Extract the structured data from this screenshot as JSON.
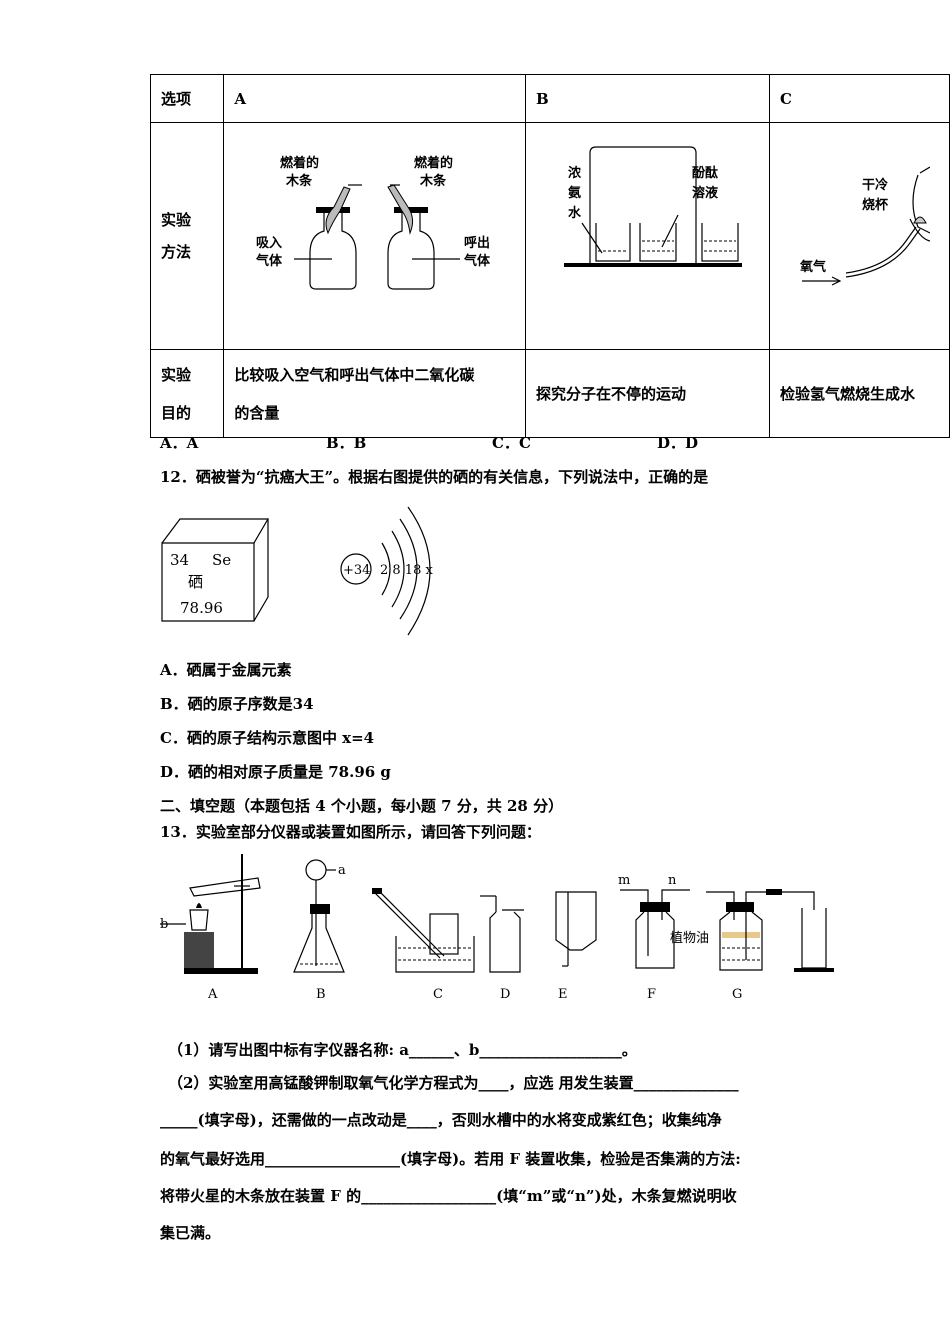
{
  "table": {
    "header": {
      "col0": "选项",
      "colA": "A",
      "colB": "B",
      "colC": "C"
    },
    "row_method": {
      "label_l1": "实验",
      "label_l2": "方法",
      "A": {
        "left_top_l1": "燃着的",
        "left_top_l2": "木条",
        "right_top_l1": "燃着的",
        "right_top_l2": "木条",
        "left_side_l1": "吸入",
        "left_side_l2": "气体",
        "right_side_l1": "呼出",
        "right_side_l2": "气体"
      },
      "B": {
        "left_l1": "浓",
        "left_l2": "氨",
        "left_l3": "水",
        "right_l1": "酚酞",
        "right_l2": "溶液"
      },
      "C": {
        "top_l1": "干冷",
        "top_l2": "烧杯",
        "gas": "氧气"
      }
    },
    "row_purpose": {
      "label_l1": "实验",
      "label_l2": "目的",
      "A_l1": "比较吸入空气和呼出气体中二氧化碳",
      "A_l2": "的含量",
      "B": "探究分子在不停的运动",
      "C": "检验氢气燃烧生成水"
    }
  },
  "q11_options": [
    "A．A",
    "B．B",
    "C．C",
    "D．D"
  ],
  "q12": {
    "stem": "12．硒被誉为“抗癌大王”。根据右图提供的硒的有关信息，下列说法中，正确的是",
    "element_box": {
      "number": "34",
      "symbol": "Se",
      "name": "硒",
      "mass": "78.96"
    },
    "atom_diagram": {
      "nucleus": "+34",
      "shells": "2 8 18 x"
    },
    "options": [
      "A．硒属于金属元素",
      "B．硒的原子序数是34",
      "C．硒的原子结构示意图中 x=4",
      "D．硒的相对原子质量是 78.96 g"
    ]
  },
  "section2": "二、填空题（本题包括 4 个小题，每小题 7 分，共 28 分）",
  "q13": {
    "stem": "13．实验室部分仪器或装置如图所示，请回答下列问题：",
    "apparatus_labels": [
      "A",
      "B",
      "C",
      "D",
      "E",
      "F",
      "G"
    ],
    "marks": {
      "a": "a",
      "b": "b",
      "m": "m",
      "n": "n",
      "oil": "植物油"
    },
    "sub1": "（1）请写出图中标有字仪器名称: a______、b___________________。",
    "sub2_l1": "（2）实验室用高锰酸钾制取氧气化学方程式为____，应选 用发生装置______________",
    "sub2_l2": "_____(填字母)，还需做的一点改动是____，否则水槽中的水将变成紫红色；收集纯净",
    "sub2_l3": "的氧气最好选用__________________(填字母)。若用 F 装置收集，检验是否集满的方法:",
    "sub2_l4": "将带火星的木条放在装置 F 的__________________(填“m”或“n”)处，木条复燃说明收",
    "sub2_l5": "集已满。"
  }
}
